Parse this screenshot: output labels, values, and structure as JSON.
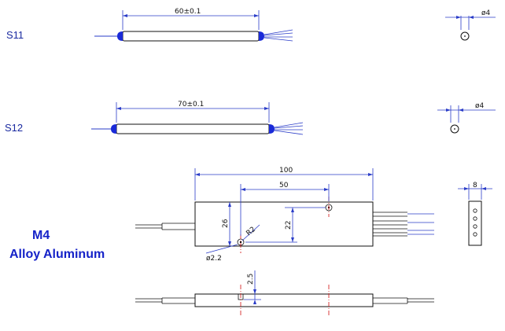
{
  "labels": {
    "s11": "S11",
    "s12": "S12",
    "m4_line1": "M4",
    "m4_line2": "Alloy Aluminum"
  },
  "dims": {
    "s11_len": "60±0.1",
    "s12_len": "70±0.1",
    "s11_dia": "ø4",
    "s12_dia": "ø4",
    "m4_len": "100",
    "m4_hole_offset": "50",
    "m4_width": "26",
    "m4_hole_v": "22",
    "m4_r": "R2",
    "m4_hole_dia": "ø2.2",
    "m4_side": "8",
    "m4_depth": "2.5"
  },
  "colors": {
    "dimension": "#2a3cc8",
    "outline": "#111111",
    "centerline": "#d01010",
    "title": "#1522c8"
  }
}
